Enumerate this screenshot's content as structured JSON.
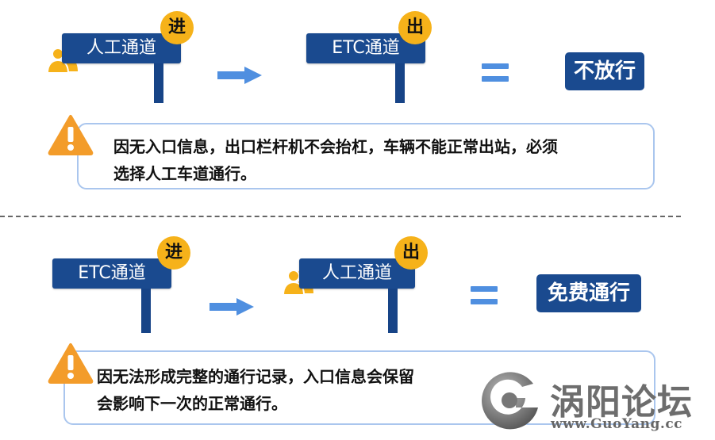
{
  "top": {
    "entry_sign": {
      "label": "人工通道",
      "badge": "进"
    },
    "exit_sign": {
      "label": "ETC通道",
      "badge": "出"
    },
    "result": "不放行",
    "note": [
      "因无入口信息，出口栏杆机不会抬杠，车辆不能正常出站，必须",
      "选择人工车道通行。"
    ]
  },
  "bottom": {
    "entry_sign": {
      "label": "ETC通道",
      "badge": "进"
    },
    "exit_sign": {
      "label": "人工通道",
      "badge": "出"
    },
    "result": "免费通行",
    "note": [
      "因无法形成完整的通行记录，入口信息会保留",
      "会影响下一次的正常通行。"
    ]
  },
  "watermark": {
    "title": "涡阳论坛",
    "url": "www.GuoYang.cc"
  },
  "icons": {
    "person": "person-group-icon",
    "warning": "warning-icon",
    "arrow": "right-arrow-icon",
    "equals": "equals-icon"
  },
  "colors": {
    "sign": "#1a4a8f",
    "badge": "#f6b21a",
    "arrow": "#4f8fe0",
    "person": "#f6b21a",
    "warning": "#f39c2a",
    "note_border": "#aac6ee"
  }
}
